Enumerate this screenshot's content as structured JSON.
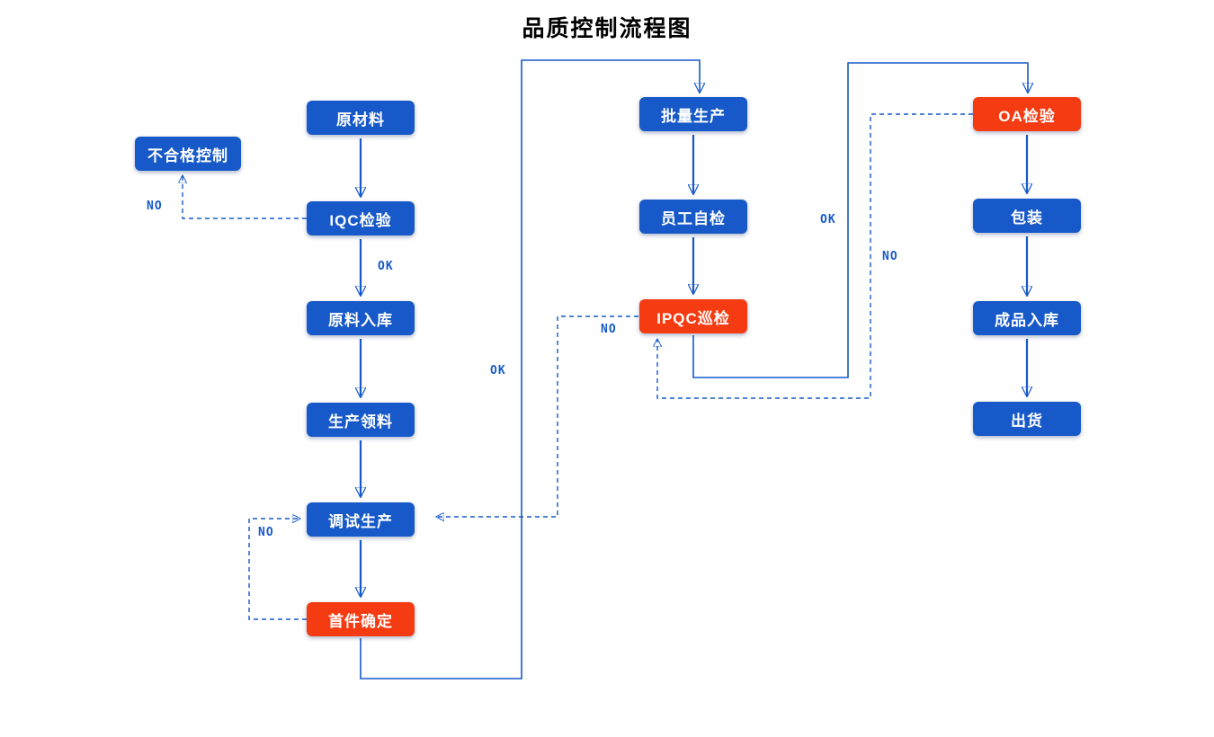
{
  "title": "品质控制流程图",
  "colors": {
    "blue": "#1759c8",
    "red": "#f43b11"
  },
  "nodes": {
    "raw_material": {
      "label": "原材料",
      "type": "blue"
    },
    "nonconforming_control": {
      "label": "不合格控制",
      "type": "blue"
    },
    "iqc_inspection": {
      "label": "IQC检验",
      "type": "blue"
    },
    "material_warehousing": {
      "label": "原料入库",
      "type": "blue"
    },
    "production_picking": {
      "label": "生产领料",
      "type": "blue"
    },
    "trial_production": {
      "label": "调试生产",
      "type": "blue"
    },
    "first_article_confirmation": {
      "label": "首件确定",
      "type": "red"
    },
    "mass_production": {
      "label": "批量生产",
      "type": "blue"
    },
    "employee_self_check": {
      "label": "员工自检",
      "type": "blue"
    },
    "ipqc_patrol": {
      "label": "IPQC巡检",
      "type": "red"
    },
    "oa_inspection": {
      "label": "OA检验",
      "type": "red"
    },
    "packaging": {
      "label": "包装",
      "type": "blue"
    },
    "finished_goods_warehousing": {
      "label": "成品入库",
      "type": "blue"
    },
    "shipment": {
      "label": "出货",
      "type": "blue"
    }
  },
  "edge_labels": {
    "iqc_to_nonconforming": "NO",
    "iqc_to_warehouse": "OK",
    "first_article_to_mass": "OK",
    "ipqc_to_trial": "NO",
    "first_article_to_trial": "NO",
    "ipqc_to_oa": "OK",
    "oa_to_ipqc": "NO"
  }
}
